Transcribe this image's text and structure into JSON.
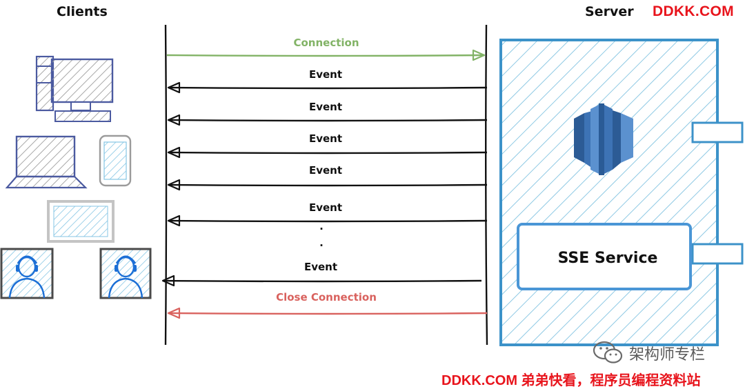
{
  "headers": {
    "clients": "Clients",
    "server": "Server"
  },
  "brand": {
    "top": "DDKK.COM",
    "bottom": "DDKK.COM 弟弟快看，程序员编程资料站",
    "wechat": "架构师专栏"
  },
  "messages": [
    {
      "label": "Connection",
      "direction": "to-server",
      "color": "#82b366"
    },
    {
      "label": "Event",
      "direction": "to-client",
      "color": "#111111"
    },
    {
      "label": "Event",
      "direction": "to-client",
      "color": "#111111"
    },
    {
      "label": "Event",
      "direction": "to-client",
      "color": "#111111"
    },
    {
      "label": "Event",
      "direction": "to-client",
      "color": "#111111"
    },
    {
      "label": "Event",
      "direction": "to-client",
      "color": "#111111"
    },
    {
      "label": "Event",
      "direction": "to-client",
      "color": "#111111"
    },
    {
      "label": "Close Connection",
      "direction": "to-client",
      "color": "#d9625e"
    }
  ],
  "ellipsis": ".",
  "server_box": {
    "service_label": "SSE Service",
    "hatch_color": "#8ec9e4",
    "border_color": "#3c92c9"
  },
  "icons": {
    "server_db": "database-cluster-icon",
    "desktop": "desktop-computer-icon",
    "laptop": "laptop-icon",
    "phone": "phone-icon",
    "tablet": "tablet-icon",
    "user1": "user-avatar-icon",
    "user2": "user-avatar-icon"
  }
}
